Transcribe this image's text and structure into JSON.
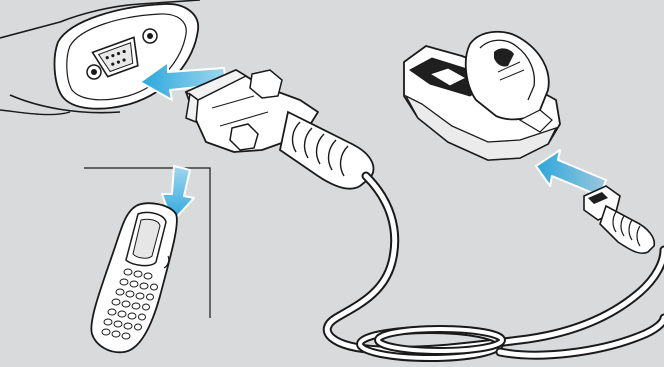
{
  "figure": {
    "background": "#d9dadb",
    "accent_arrow_color": "#2aa6dd",
    "line_color": "#1a1a1a",
    "device_fill": "#ffffff",
    "components": [
      {
        "name": "serial-port-on-host",
        "icon": "db9-port-icon"
      },
      {
        "name": "db9-cable-connector",
        "icon": "db9-connector-icon"
      },
      {
        "name": "handheld-computer-inset",
        "icon": "handheld-terminal-icon"
      },
      {
        "name": "scanner-in-cradle",
        "icon": "barcode-scanner-cradle-icon"
      },
      {
        "name": "cradle-modular-plug",
        "icon": "rj-plug-icon"
      },
      {
        "name": "coiled-interface-cable",
        "icon": "cable-icon"
      }
    ],
    "arrows": [
      {
        "name": "arrow-into-host-port",
        "direction": "left"
      },
      {
        "name": "arrow-into-cradle",
        "direction": "up-left"
      },
      {
        "name": "arrow-into-handheld",
        "direction": "down"
      }
    ]
  }
}
